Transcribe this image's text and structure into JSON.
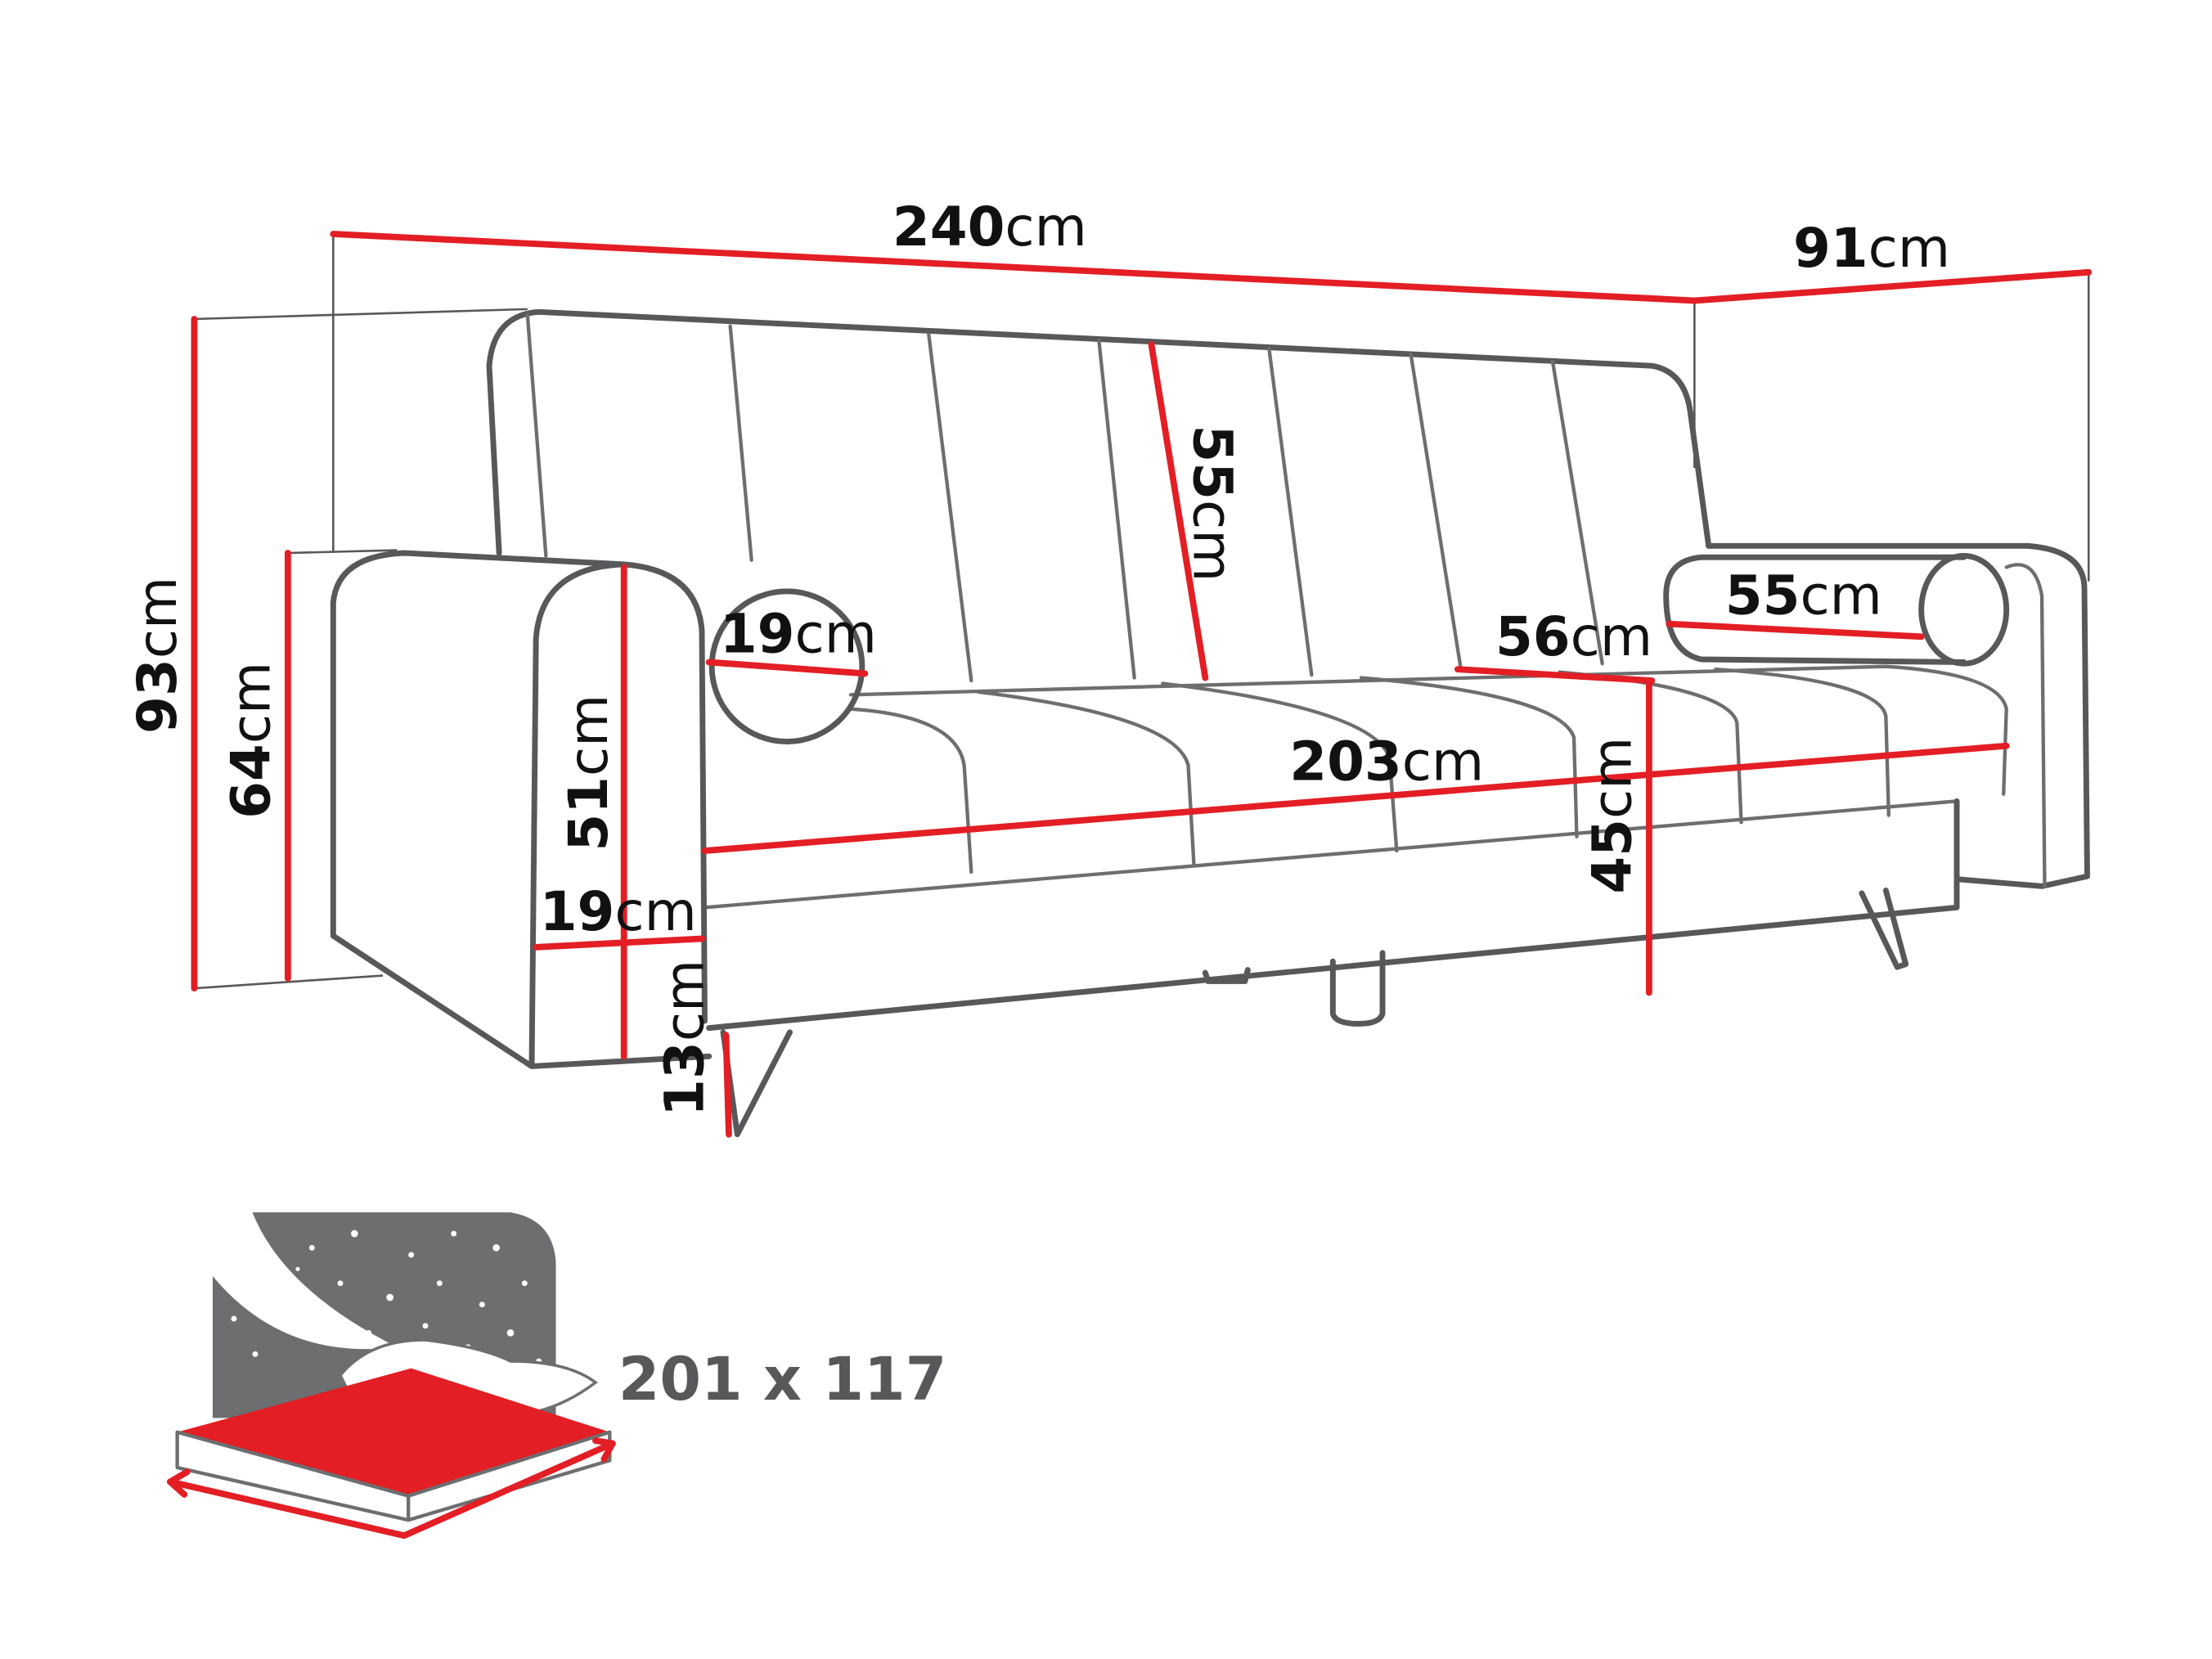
{
  "colors": {
    "outline": "#58585a",
    "dimension_line": "#e31e24",
    "mattress": "#e31e24",
    "night_panel": "#6d6e70"
  },
  "dimensions": {
    "overall_width": {
      "value": "240",
      "unit": "cm"
    },
    "depth": {
      "value": "91",
      "unit": "cm"
    },
    "overall_height": {
      "value": "93",
      "unit": "cm"
    },
    "arm_height": {
      "value": "64",
      "unit": "cm"
    },
    "backrest_height": {
      "value": "55",
      "unit": "cm"
    },
    "bolster_diameter": {
      "value": "19",
      "unit": "cm"
    },
    "arm_front_height": {
      "value": "51",
      "unit": "cm"
    },
    "arm_width": {
      "value": "19",
      "unit": "cm"
    },
    "leg_height": {
      "value": "13",
      "unit": "cm"
    },
    "seat_depth": {
      "value": "56",
      "unit": "cm"
    },
    "seat_width": {
      "value": "203",
      "unit": "cm"
    },
    "seat_height": {
      "value": "45",
      "unit": "cm"
    },
    "bolster_length": {
      "value": "55",
      "unit": "cm"
    }
  },
  "sleeping_area": {
    "label": "201 x 117",
    "icon": "bed-night-icon"
  }
}
